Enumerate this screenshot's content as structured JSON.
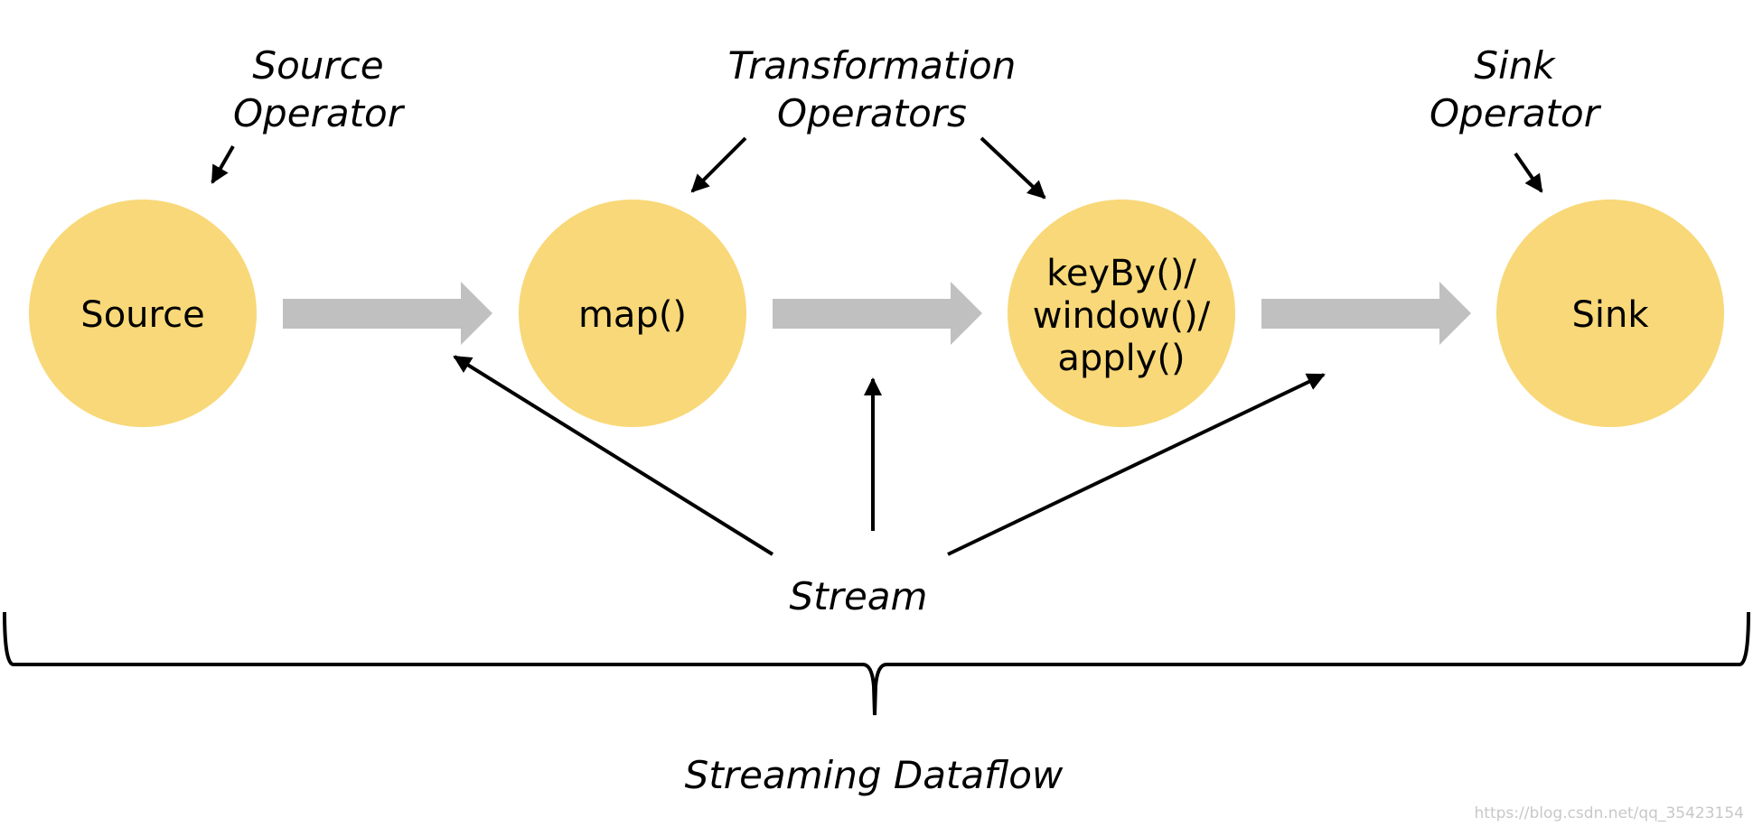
{
  "colors": {
    "node_fill": "#F8D878",
    "flow_arrow": "#C0C0C0",
    "line": "#000000",
    "watermark": "#C8C8C8"
  },
  "annotations": {
    "source_operator": [
      "Source",
      "Operator"
    ],
    "transformation_operators": [
      "Transformation",
      "Operators"
    ],
    "sink_operator": [
      "Sink",
      "Operator"
    ],
    "stream": "Stream",
    "streaming_dataflow": "Streaming Dataflow"
  },
  "nodes": {
    "source": [
      "Source"
    ],
    "map": [
      "map()"
    ],
    "keyby": [
      "keyBy()/",
      "window()/",
      "apply()"
    ],
    "sink": [
      "Sink"
    ]
  },
  "watermark": "https://blog.csdn.net/qq_35423154"
}
